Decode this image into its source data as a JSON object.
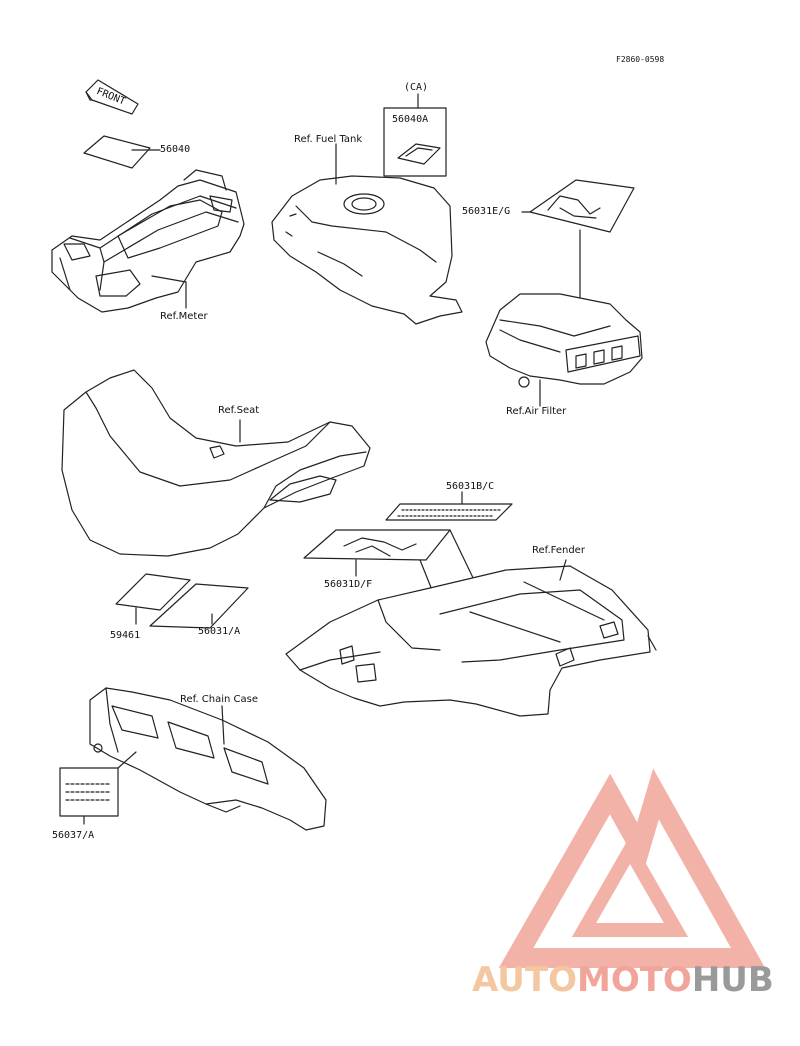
{
  "figure_code": "F2860-0598",
  "front_label": "FRONT",
  "parts": {
    "p56040": "56040",
    "ca": "(CA)",
    "p56040a": "56040A",
    "p56031eg": "56031E/G",
    "p56031bc": "56031B/C",
    "p56031df": "56031D/F",
    "p59461": "59461",
    "p56031a": "56031/A",
    "p56037a": "56037/A"
  },
  "refs": {
    "meter": "Ref.Meter",
    "fuel_tank": "Ref. Fuel Tank",
    "air_filter": "Ref.Air Filter",
    "seat": "Ref.Seat",
    "fender": "Ref.Fender",
    "chain_case": "Ref. Chain Case"
  },
  "watermark": {
    "part1": "AUTO",
    "part2": "MOTO",
    "part3": "HUB",
    "colors": {
      "peach": "#f4c7a1",
      "salmon": "#f1a59a",
      "gray": "#9a9a9a"
    }
  }
}
